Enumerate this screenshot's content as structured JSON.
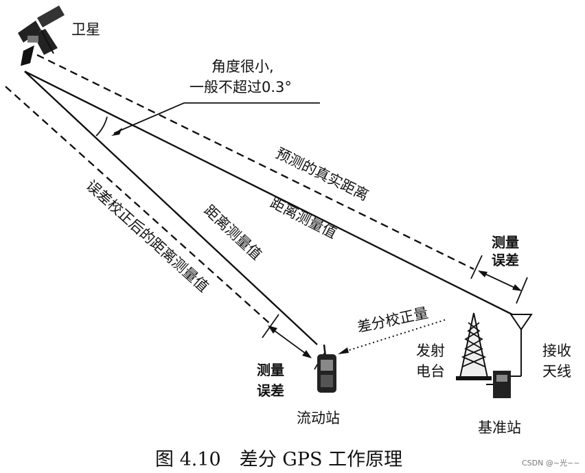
{
  "labels": {
    "satellite": "卫星",
    "angle_line1": "角度很小,",
    "angle_line2": "一般不超过0.3°",
    "predicted_true_distance": "预测的真实距离",
    "distance_measured_right": "距离测量值",
    "distance_measured_left": "距离测量值",
    "corrected_distance": "误差校正后的距离测量值",
    "measurement_error_right_1": "测量",
    "measurement_error_right_2": "误差",
    "measurement_error_left_1": "测量",
    "measurement_error_left_2": "误差",
    "differential_correction": "差分校正量",
    "transmitter_1": "发射",
    "transmitter_2": "电台",
    "receiver_antenna_1": "接收",
    "receiver_antenna_2": "天线",
    "rover_station": "流动站",
    "base_station": "基准站"
  },
  "caption": "图 4.10　差分 GPS 工作原理",
  "watermark": "CSDN @~光~~"
}
